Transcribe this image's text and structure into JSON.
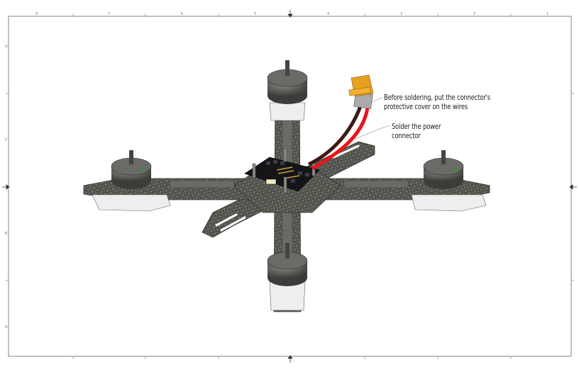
{
  "border": {
    "columns": [
      "8",
      "7",
      "6",
      "5",
      "4",
      "3",
      "2",
      "1"
    ],
    "rows": [
      "D",
      "C",
      "B",
      "A"
    ]
  },
  "annotations": [
    {
      "line1": "Before soldering, put the connector's",
      "line2": "protective cover on the wires"
    },
    {
      "line1": "Solder the power",
      "line2": "connector"
    }
  ],
  "colors": {
    "wire_red": "#e8141a",
    "wire_black": "#3a1a14",
    "connector": "#e8a020",
    "carbon": "#4a4a45",
    "mount_white": "#e8e8e8"
  }
}
